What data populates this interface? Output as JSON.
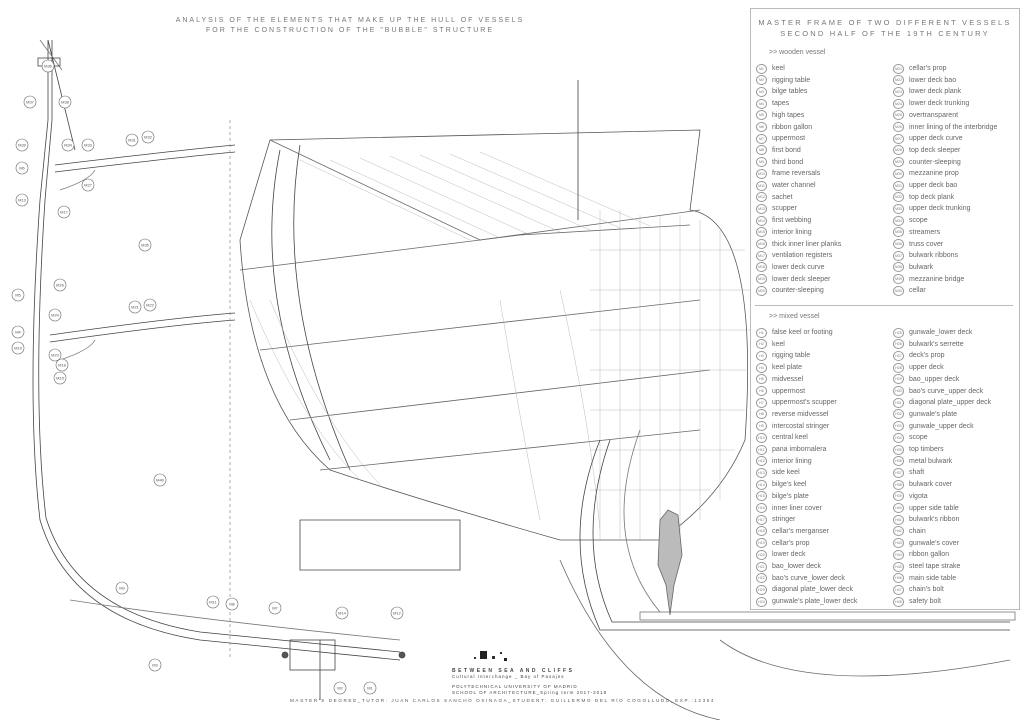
{
  "title": {
    "line1": "ANALYSIS OF THE ELEMENTS THAT MAKE UP THE HULL OF VESSELS",
    "line2": "FOR THE CONSTRUCTION OF THE \"BUBBLE\" STRUCTURE"
  },
  "legend": {
    "title_line1": "MASTER FRAME OF TWO DIFFERENT VESSELS",
    "title_line2": "SECOND HALF OF THE 19TH CENTURY",
    "wooden": {
      "heading": ">> wooden vessel",
      "items": [
        {
          "code": "M1",
          "label": "keel"
        },
        {
          "code": "M2",
          "label": "rigging table"
        },
        {
          "code": "M3",
          "label": "bilge tables"
        },
        {
          "code": "M4",
          "label": "tapes"
        },
        {
          "code": "M5",
          "label": "high tapes"
        },
        {
          "code": "M6",
          "label": "ribbon gallon"
        },
        {
          "code": "M7",
          "label": "uppermost"
        },
        {
          "code": "M8",
          "label": "first bond"
        },
        {
          "code": "M9",
          "label": "third bond"
        },
        {
          "code": "M10",
          "label": "frame reversals"
        },
        {
          "code": "M11",
          "label": "water channel"
        },
        {
          "code": "M12",
          "label": "sachet"
        },
        {
          "code": "M13",
          "label": "scupper"
        },
        {
          "code": "M14",
          "label": "first webbing"
        },
        {
          "code": "M15",
          "label": "interior lining"
        },
        {
          "code": "M16",
          "label": "thick inner liner planks"
        },
        {
          "code": "M17",
          "label": "ventilation registers"
        },
        {
          "code": "M18",
          "label": "lower deck curve"
        },
        {
          "code": "M19",
          "label": "lower deck sleeper"
        },
        {
          "code": "M20",
          "label": "counter-sleeping"
        },
        {
          "code": "M21",
          "label": "cellar's prop"
        },
        {
          "code": "M22",
          "label": "lower deck bao"
        },
        {
          "code": "M23",
          "label": "lower deck plank"
        },
        {
          "code": "M24",
          "label": "lower deck trunking"
        },
        {
          "code": "M25",
          "label": "overtransparent"
        },
        {
          "code": "M26",
          "label": "inner lining of the interbridge"
        },
        {
          "code": "M27",
          "label": "upper deck curve"
        },
        {
          "code": "M28",
          "label": "top deck sleeper"
        },
        {
          "code": "M29",
          "label": "counter-sleeping"
        },
        {
          "code": "M30",
          "label": "mezzanine prop"
        },
        {
          "code": "M31",
          "label": "upper deck bao"
        },
        {
          "code": "M32",
          "label": "top deck plank"
        },
        {
          "code": "M33",
          "label": "upper deck trunking"
        },
        {
          "code": "M34",
          "label": "scope"
        },
        {
          "code": "M35",
          "label": "streamers"
        },
        {
          "code": "M36",
          "label": "truss cover"
        },
        {
          "code": "M37",
          "label": "bulwark ribbons"
        },
        {
          "code": "M38",
          "label": "bulwark"
        },
        {
          "code": "M39",
          "label": "mezzanine bridge"
        },
        {
          "code": "M40",
          "label": "cellar"
        }
      ]
    },
    "mixed": {
      "heading": ">> mixed vessel",
      "items": [
        {
          "code": "H1",
          "label": "false keel or footing"
        },
        {
          "code": "H2",
          "label": "keel"
        },
        {
          "code": "H3",
          "label": "rigging table"
        },
        {
          "code": "H4",
          "label": "keel plate"
        },
        {
          "code": "H5",
          "label": "midvessel"
        },
        {
          "code": "H6",
          "label": "uppermost"
        },
        {
          "code": "H7",
          "label": "uppermost's scupper"
        },
        {
          "code": "H8",
          "label": "reverse midvessel"
        },
        {
          "code": "H9",
          "label": "intercostal stringer"
        },
        {
          "code": "H10",
          "label": "central keel"
        },
        {
          "code": "H11",
          "label": "pana imbornalera"
        },
        {
          "code": "H12",
          "label": "interior lining"
        },
        {
          "code": "H13",
          "label": "side keel"
        },
        {
          "code": "H14",
          "label": "bilge's keel"
        },
        {
          "code": "H15",
          "label": "bilge's plate"
        },
        {
          "code": "H16",
          "label": "inner liner cover"
        },
        {
          "code": "H17",
          "label": "stringer"
        },
        {
          "code": "H18",
          "label": "cellar's merganser"
        },
        {
          "code": "H19",
          "label": "cellar's prop"
        },
        {
          "code": "H20",
          "label": "lower deck"
        },
        {
          "code": "H21",
          "label": "bao_lower deck"
        },
        {
          "code": "H22",
          "label": "bao's curve_lower deck"
        },
        {
          "code": "H23",
          "label": "diagonal plate_lower deck"
        },
        {
          "code": "H24",
          "label": "gunwale's plate_lower deck"
        },
        {
          "code": "H25",
          "label": "gunwale_lower deck"
        },
        {
          "code": "H26",
          "label": "bulwark's serrette"
        },
        {
          "code": "H27",
          "label": "deck's prop"
        },
        {
          "code": "H28",
          "label": "upper deck"
        },
        {
          "code": "H29",
          "label": "bao_upper deck"
        },
        {
          "code": "H30",
          "label": "bao's curve_upper deck"
        },
        {
          "code": "H31",
          "label": "diagonal plate_upper deck"
        },
        {
          "code": "H32",
          "label": "gunwale's plate"
        },
        {
          "code": "H33",
          "label": "gunwale_upper deck"
        },
        {
          "code": "H34",
          "label": "scope"
        },
        {
          "code": "H35",
          "label": "top timbers"
        },
        {
          "code": "H36",
          "label": "metal bulwark"
        },
        {
          "code": "H37",
          "label": "shaft"
        },
        {
          "code": "H38",
          "label": "bulwark cover"
        },
        {
          "code": "H39",
          "label": "vigota"
        },
        {
          "code": "H40",
          "label": "upper side table"
        },
        {
          "code": "H41",
          "label": "bulwark's ribbon"
        },
        {
          "code": "H42",
          "label": "chain"
        },
        {
          "code": "H43",
          "label": "gunwale's cover"
        },
        {
          "code": "H44",
          "label": "ribbon gallon"
        },
        {
          "code": "H45",
          "label": "steel tape strake"
        },
        {
          "code": "H46",
          "label": "main side table"
        },
        {
          "code": "H47",
          "label": "chain's bolt"
        },
        {
          "code": "H48",
          "label": "safety bolt"
        }
      ]
    }
  },
  "callouts": [
    "M36",
    "M37",
    "M38",
    "M39",
    "M34",
    "M33",
    "M31",
    "M32",
    "M6",
    "M27",
    "M13",
    "M17",
    "M35",
    "M26",
    "M5",
    "M24",
    "M21",
    "M22",
    "M4",
    "M23",
    "M19",
    "M18",
    "M15",
    "M40",
    "M9",
    "M11",
    "M8",
    "M7",
    "M14",
    "M12",
    "M3",
    "M2",
    "M1"
  ],
  "footer": {
    "project": "BETWEEN SEA AND CLIFFS",
    "subtitle": "Cultural Interchange _ Bay of Pasajes",
    "university": "POLYTECHNICAL UNIVERSITY OF MADRID",
    "school": "SCHOOL OF ARCHITECTURE_Spring term 2017-2018",
    "credits": "MASTER'S DEGREE_TUTOR: JUAN CARLOS SANCHO OSINAGA_STUDENT: GUILLERMO DEL RÍO COGOLLUDO_EXP.:12354"
  }
}
